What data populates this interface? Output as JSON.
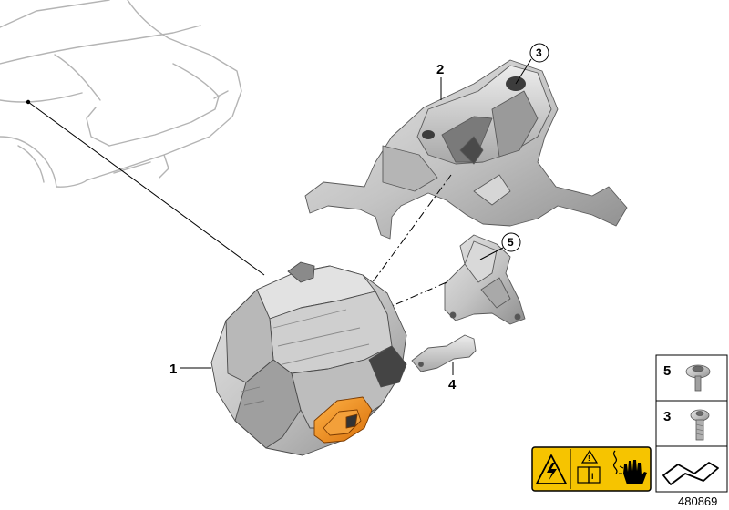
{
  "callouts": {
    "part1": "1",
    "part2": "2",
    "part3": "3",
    "part4": "4",
    "part5": "5"
  },
  "fasteners": {
    "screw5_label": "5",
    "screw3_label": "3"
  },
  "warning_label": {
    "icons": [
      "high-voltage-warning-icon",
      "caution-read-manual-icon",
      "no-touch-hand-icon"
    ],
    "background": "#f6c400"
  },
  "document_number": "480869",
  "colors": {
    "connector_orange": "#f08a1a",
    "part_grey": "#c8c8c8",
    "car_outline": "#b0b0b0"
  }
}
